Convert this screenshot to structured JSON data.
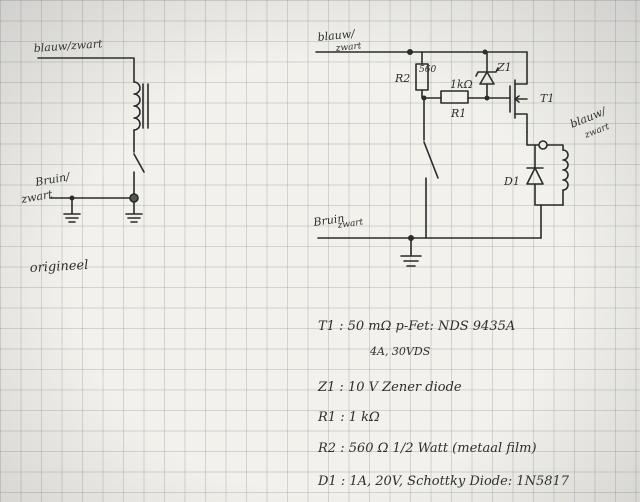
{
  "left_circuit": {
    "wire_blue_black": "blauw/zwart",
    "wire_brown_1": "Bruin/",
    "wire_brown_2": "zwart",
    "caption": "origineel"
  },
  "right_circuit": {
    "top_wire_1": "blauw/",
    "top_wire_2": "zwart",
    "r2_label": "R2",
    "r2_value_mark": "560",
    "r1_value": "1kΩ",
    "r1_label": "R1",
    "z1_label": "Z1",
    "t1_label": "T1",
    "right_wire_1": "blauw/",
    "right_wire_2": "zwart",
    "d1_label": "D1",
    "bottom_wire_1": "Bruin",
    "bottom_wire_2": "zwart"
  },
  "notes": {
    "t1": "T1 : 50 mΩ p-Fet: NDS 9435A",
    "t1_rating": "4A, 30VDS",
    "z1": "Z1 : 10 V Zener diode",
    "r1": "R1 : 1 kΩ",
    "r2": "R2 : 560 Ω 1/2 Watt (metaal film)",
    "d1": "D1 : 1A, 20V, Schottky Diode: 1N5817"
  }
}
